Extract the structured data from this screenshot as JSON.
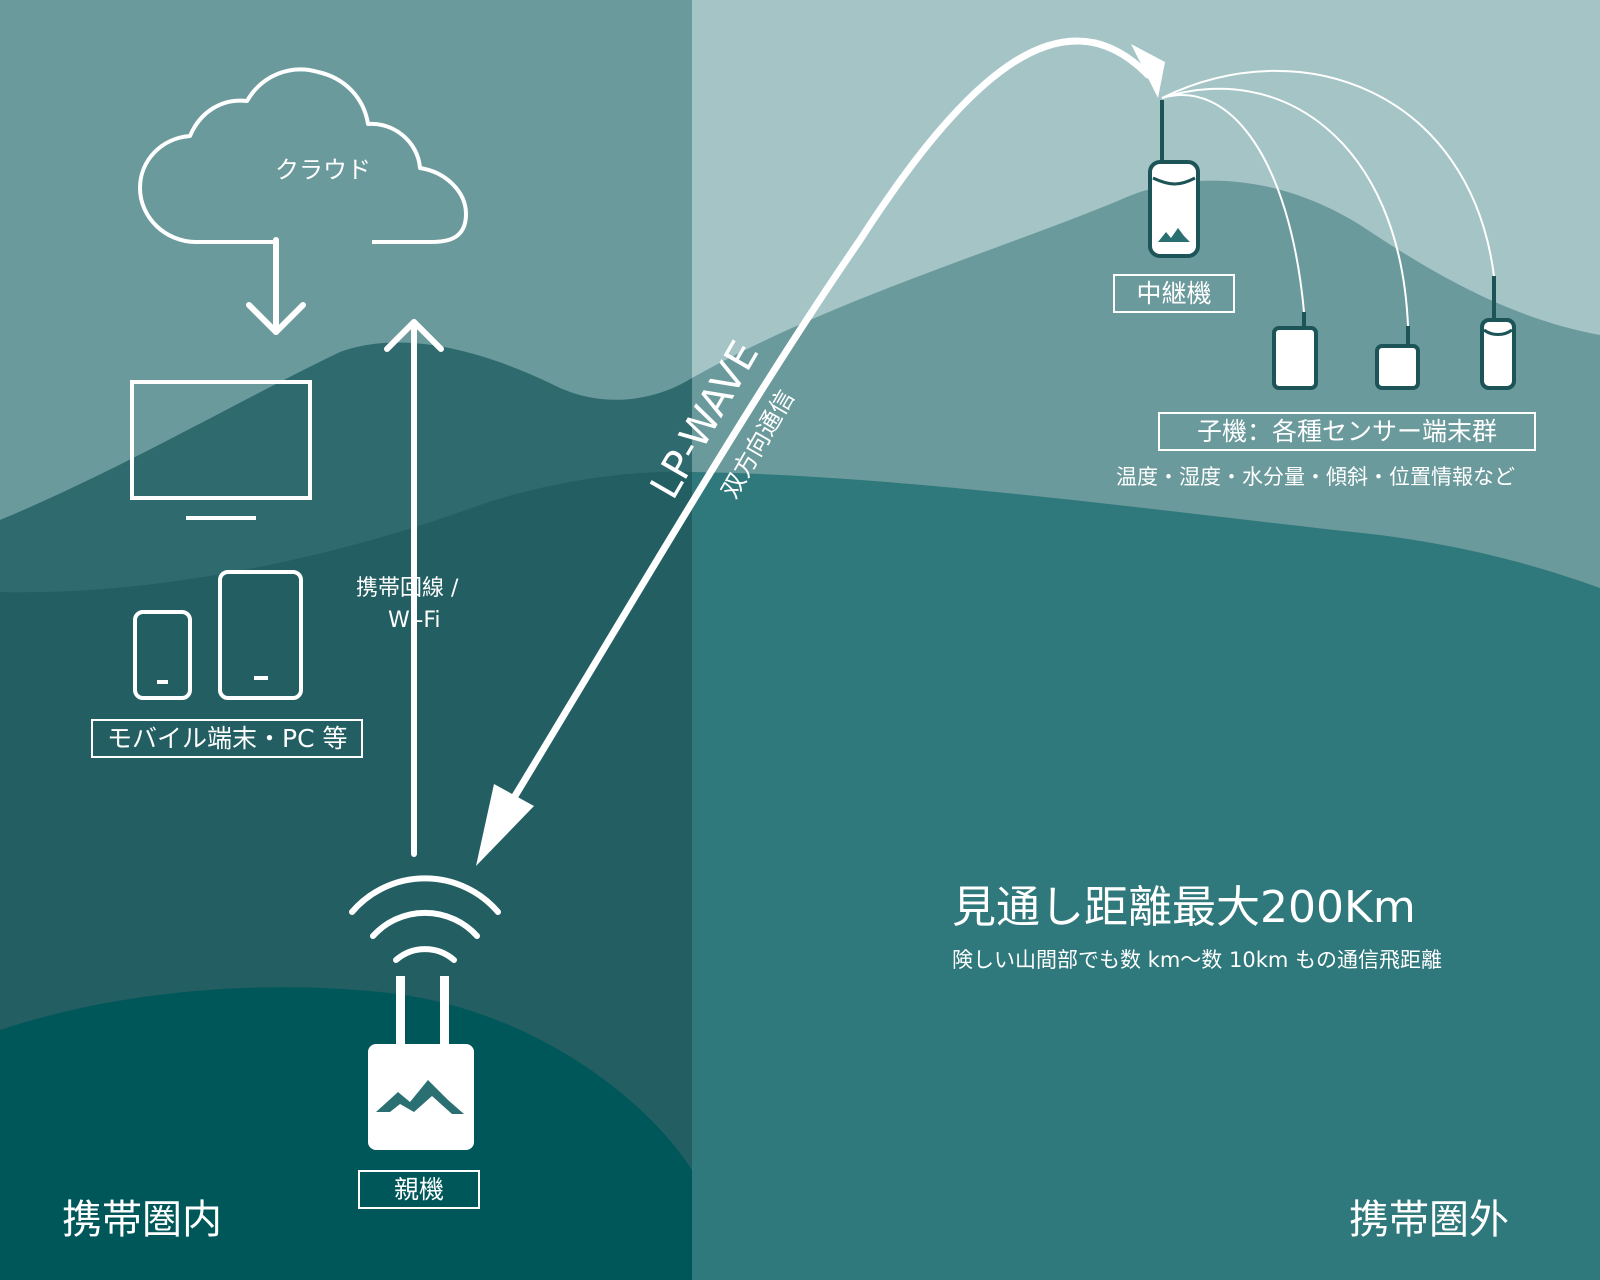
{
  "labels": {
    "cloud": "クラウド",
    "devices": "モバイル端末・PC 等",
    "link_line1": "携帯回線 /",
    "link_line2": "Wi-Fi",
    "parent": "親機",
    "zone_in": "携帯圏内",
    "zone_out": "携帯圏外",
    "lpwave": "LP-WAVE",
    "bidirectional": "双方向通信",
    "relay": "中継機",
    "child": "子機：各種センサー端末群",
    "sensors": "温度・湿度・水分量・傾斜・位置情報など",
    "range_title": "見通し距離最大200Km",
    "range_sub": "険しい山間部でも数 km〜数 10km もの通信飛距離"
  },
  "colors": {
    "left_sky": "#6a9a9c",
    "right_sky": "#a5c4c6",
    "left_far_hill": "#2f6a6e",
    "left_mid_hill": "#225e62",
    "left_front_hill": "#00575a",
    "right_far_hill": "#6a9a9c",
    "right_near_hill": "#2f787b",
    "icon_stroke": "#ffffff",
    "device_body": "#ffffff",
    "device_mark": "#2a6f72"
  },
  "icons": [
    "cloud-icon",
    "monitor-icon",
    "smartphone-icon",
    "tablet-icon",
    "wifi-waves-icon",
    "parent-unit-icon",
    "relay-unit-icon",
    "sensor-unit-icon",
    "mountain-logo-icon",
    "arrow-down-icon",
    "arrow-up-icon",
    "lpwave-arrow-icon"
  ]
}
